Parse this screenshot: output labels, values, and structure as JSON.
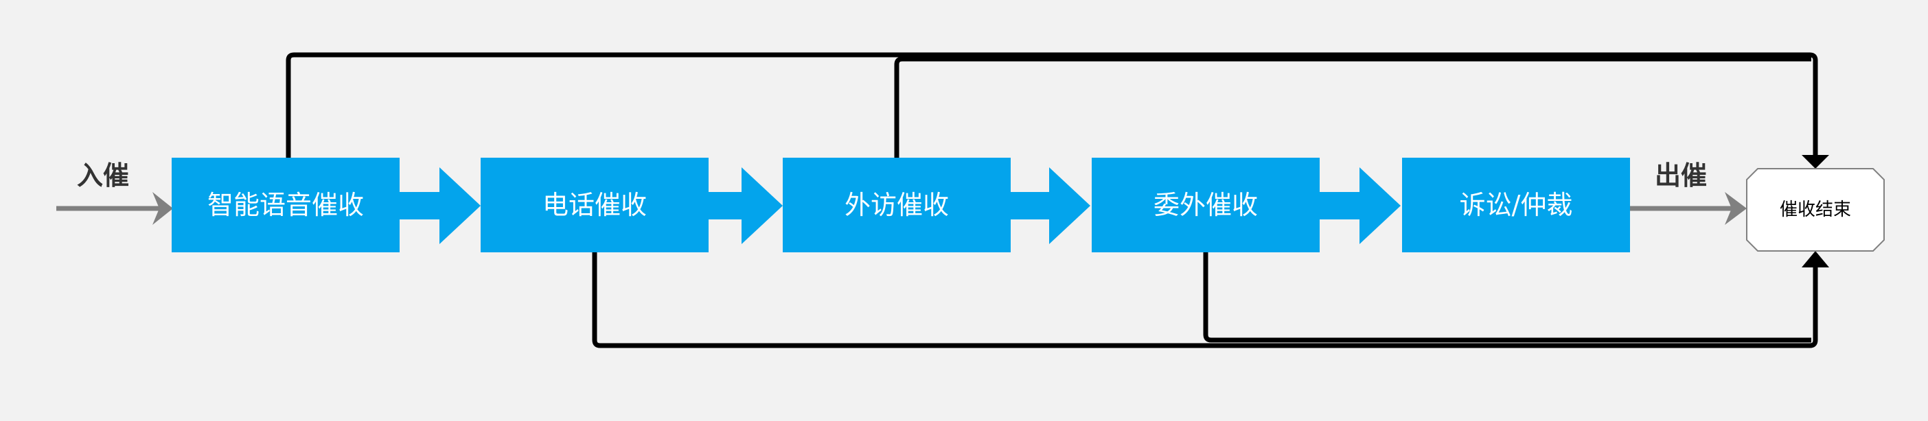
{
  "entry_label": "入催",
  "exit_label": "出催",
  "stages": [
    {
      "label": "智能语音催收"
    },
    {
      "label": "电话催收"
    },
    {
      "label": "外访催收"
    },
    {
      "label": "委外催收"
    },
    {
      "label": "诉讼/仲裁"
    }
  ],
  "end_node": {
    "label": "催收结束"
  },
  "colors": {
    "stage_fill": "#03a4ec",
    "stage_text": "#ffffff",
    "connector": "#000000",
    "flow_arrow": "#808080",
    "background": "#f2f2f2"
  }
}
